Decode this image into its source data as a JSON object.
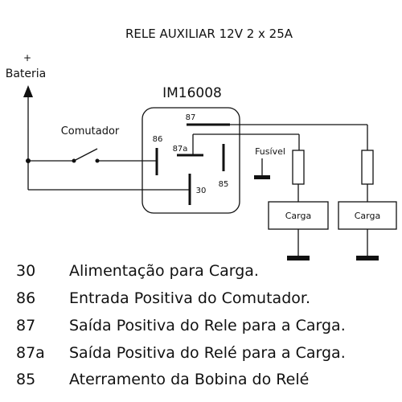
{
  "title": "RELE AUXILIAR 12V 2 x 25A",
  "battery": {
    "plus": "+",
    "label": "Bateria"
  },
  "switch_label": "Comutador",
  "relay": {
    "model": "IM16008",
    "pins": {
      "p87": "87",
      "p86": "86",
      "p87a": "87a",
      "p85": "85",
      "p30": "30"
    }
  },
  "fuse_label": "Fusível",
  "loads": [
    {
      "label": "Carga"
    },
    {
      "label": "Carga"
    }
  ],
  "legend": [
    {
      "pin": "30",
      "desc": "Alimentação para Carga."
    },
    {
      "pin": "86",
      "desc": "Entrada Positiva do Comutador."
    },
    {
      "pin": "87",
      "desc": "Saída Positiva do Rele para a Carga."
    },
    {
      "pin": "87a",
      "desc": "Saída Positiva do Relé para a Carga."
    },
    {
      "pin": "85",
      "desc": "Aterramento da Bobina do Relé"
    }
  ]
}
